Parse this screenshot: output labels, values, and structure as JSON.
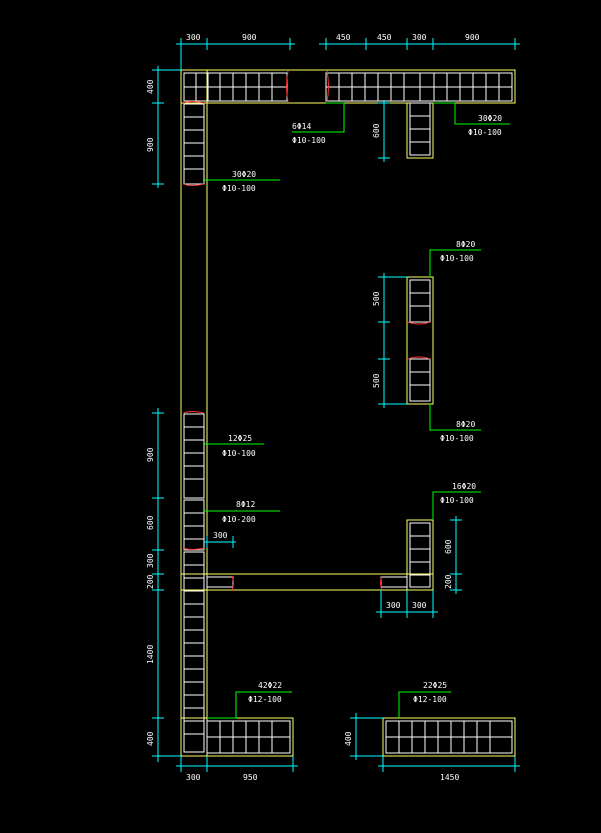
{
  "colors": {
    "background": "#000000",
    "concrete_outline": "#ffff66",
    "reinforcement": "#ffffff",
    "dimension": "#00ffff",
    "leader": "#00ff00",
    "break_mark": "#ff3333",
    "text": "#ffffff"
  },
  "dimensions": {
    "top_left_a": "300",
    "top_left_b": "900",
    "top_right_a": "450",
    "top_right_b": "450",
    "top_right_c": "300",
    "top_right_d": "900",
    "left_top_400": "400",
    "left_top_900": "900",
    "stub_600": "600",
    "right_column_500_a": "500",
    "right_column_500_b": "500",
    "left_mid_900": "900",
    "left_mid_600": "600",
    "left_mid_300": "300",
    "left_mid_200": "200",
    "left_low_1400": "1400",
    "left_bottom_400": "400",
    "short_300": "300",
    "right_col_600": "600",
    "right_col_200": "200",
    "beam_300_a": "300",
    "beam_300_b": "300",
    "bottom_left_300": "300",
    "bottom_left_950": "950",
    "bottom_right_400": "400",
    "bottom_right_1450": "1450"
  },
  "annotations": {
    "note_6d14": "6Φ14",
    "note_6d14_stirrup": "Φ10-100",
    "note_30d20_right": "30Φ20",
    "note_30d20_right_stirrup": "Φ10-100",
    "note_30d20_left": "30Φ20",
    "note_30d20_left_stirrup": "Φ10-100",
    "note_8d20_top": "8Φ20",
    "note_8d20_top_stirrup": "Φ10-100",
    "note_8d20_bottom": "8Φ20",
    "note_8d20_bottom_stirrup": "Φ10-100",
    "note_12d25": "12Φ25",
    "note_12d25_stirrup": "Φ10-100",
    "note_8d12": "8Φ12",
    "note_8d12_stirrup": "Φ10-200",
    "note_16d20": "16Φ20",
    "note_16d20_stirrup": "Φ10-100",
    "note_42d22": "42Φ22",
    "note_42d22_stirrup": "Φ12-100",
    "note_22d25": "22Φ25",
    "note_22d25_stirrup": "Φ12-100"
  }
}
